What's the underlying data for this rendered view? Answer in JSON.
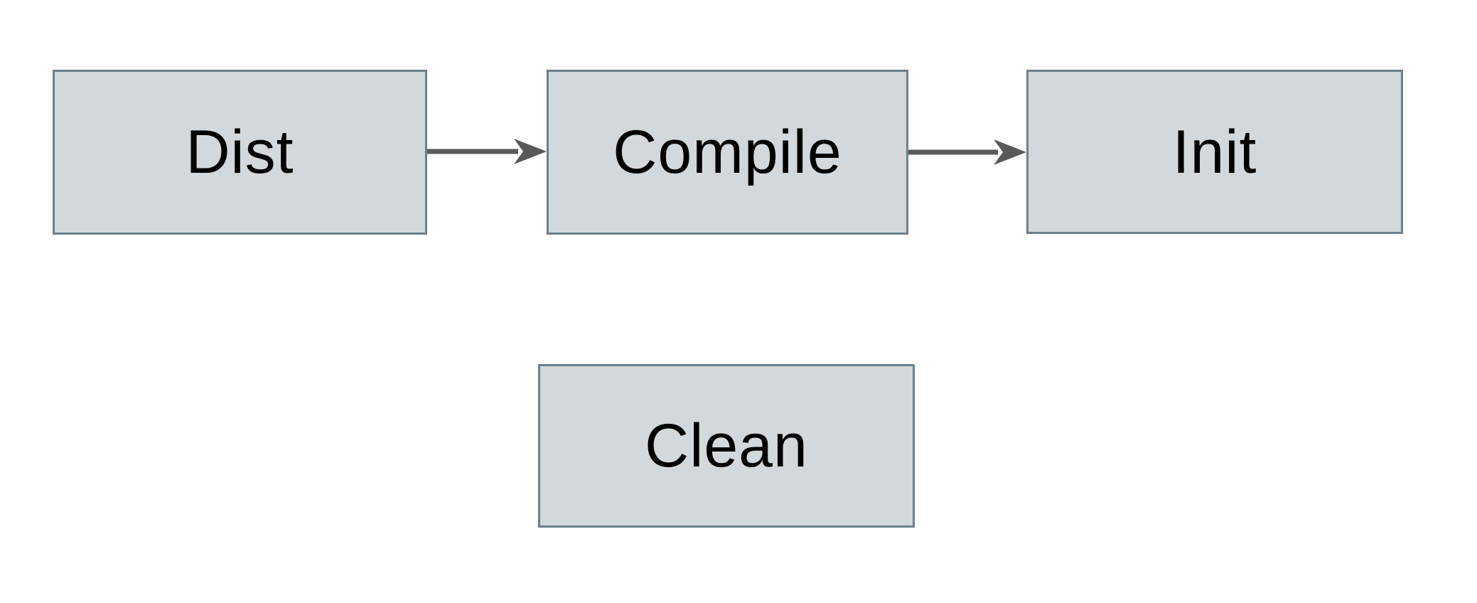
{
  "diagram": {
    "title": "build-targets-flow",
    "nodes": [
      {
        "id": "dist",
        "label": "Dist"
      },
      {
        "id": "compile",
        "label": "Compile"
      },
      {
        "id": "init",
        "label": "Init"
      },
      {
        "id": "clean",
        "label": "Clean"
      }
    ],
    "edges": [
      {
        "from": "dist",
        "to": "compile"
      },
      {
        "from": "compile",
        "to": "init"
      }
    ],
    "colors": {
      "canvas_bg": "#ffffff",
      "node_fill": "#d2d8db",
      "node_border": "#6b808c",
      "arrow": "#595959",
      "text": "#000000"
    }
  }
}
